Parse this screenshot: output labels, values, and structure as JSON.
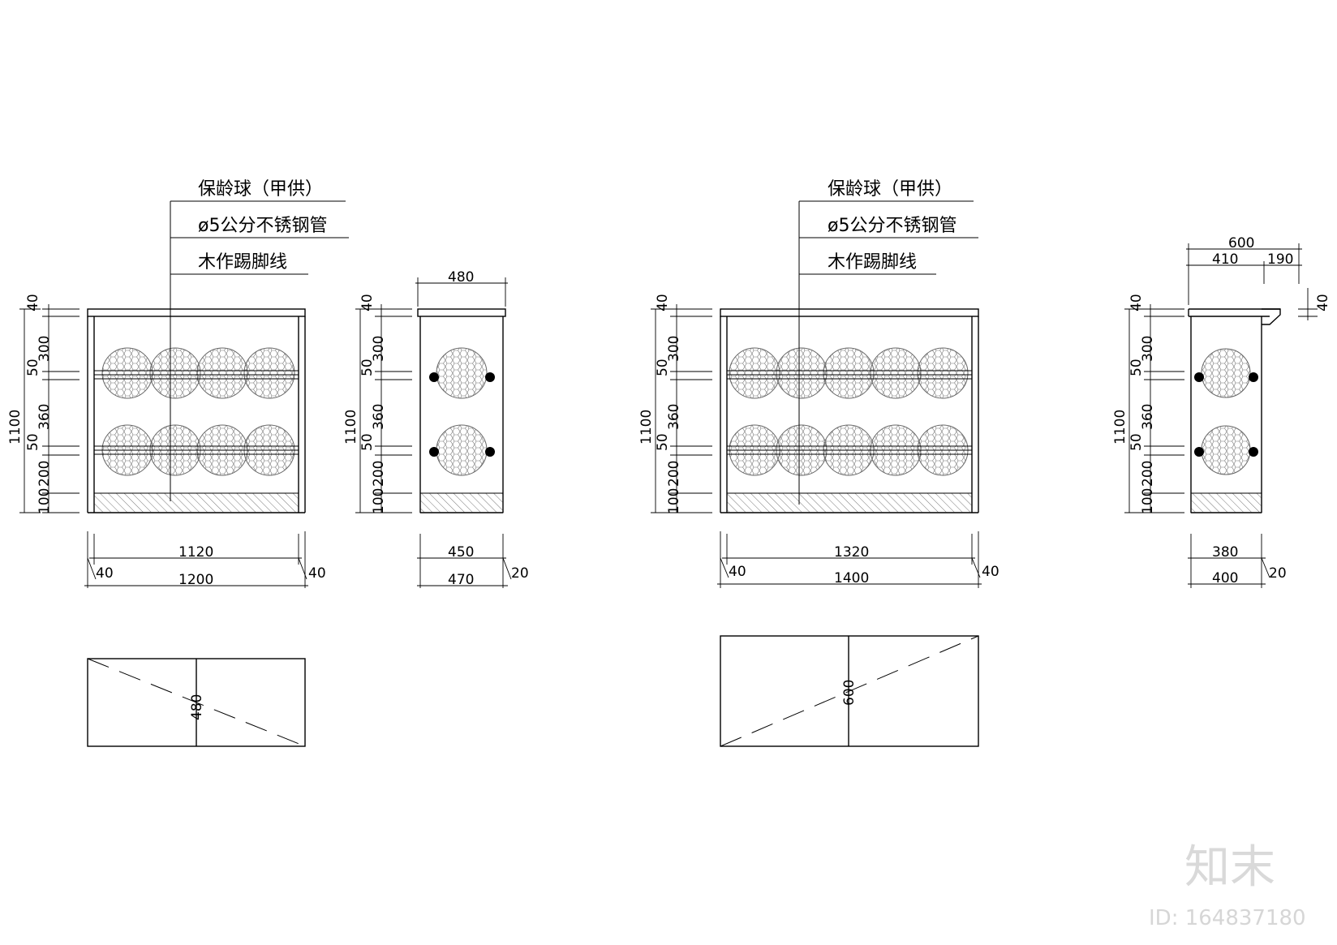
{
  "notes": {
    "ball": "保龄球（甲供）",
    "pipe": "ø5公分不锈钢管",
    "kick": "木作踢脚线"
  },
  "left_dims": {
    "total_h": "1100",
    "top": "40",
    "seg300": "300",
    "seg50a": "50",
    "seg360": "360",
    "seg50b": "50",
    "seg200": "200",
    "seg100": "100",
    "inner_w": "1120",
    "outer_w": "1200",
    "side_l": "40",
    "side_r": "40",
    "side_top": "480",
    "side_inner": "450",
    "side_outer": "470",
    "side_off": "20",
    "plan_depth": "480"
  },
  "right_dims": {
    "total_h": "1100",
    "top": "40",
    "seg300": "300",
    "seg50a": "50",
    "seg360": "360",
    "seg50b": "50",
    "seg200": "200",
    "seg100": "100",
    "inner_w": "1320",
    "outer_w": "1400",
    "side_l": "40",
    "side_r": "40",
    "side_total_top": "600",
    "side_410": "410",
    "side_190": "190",
    "side_40": "40",
    "side_inner": "380",
    "side_outer": "400",
    "side_off": "20",
    "plan_depth": "600"
  },
  "watermark": {
    "logo": "知末",
    "id": "ID: 164837180"
  }
}
